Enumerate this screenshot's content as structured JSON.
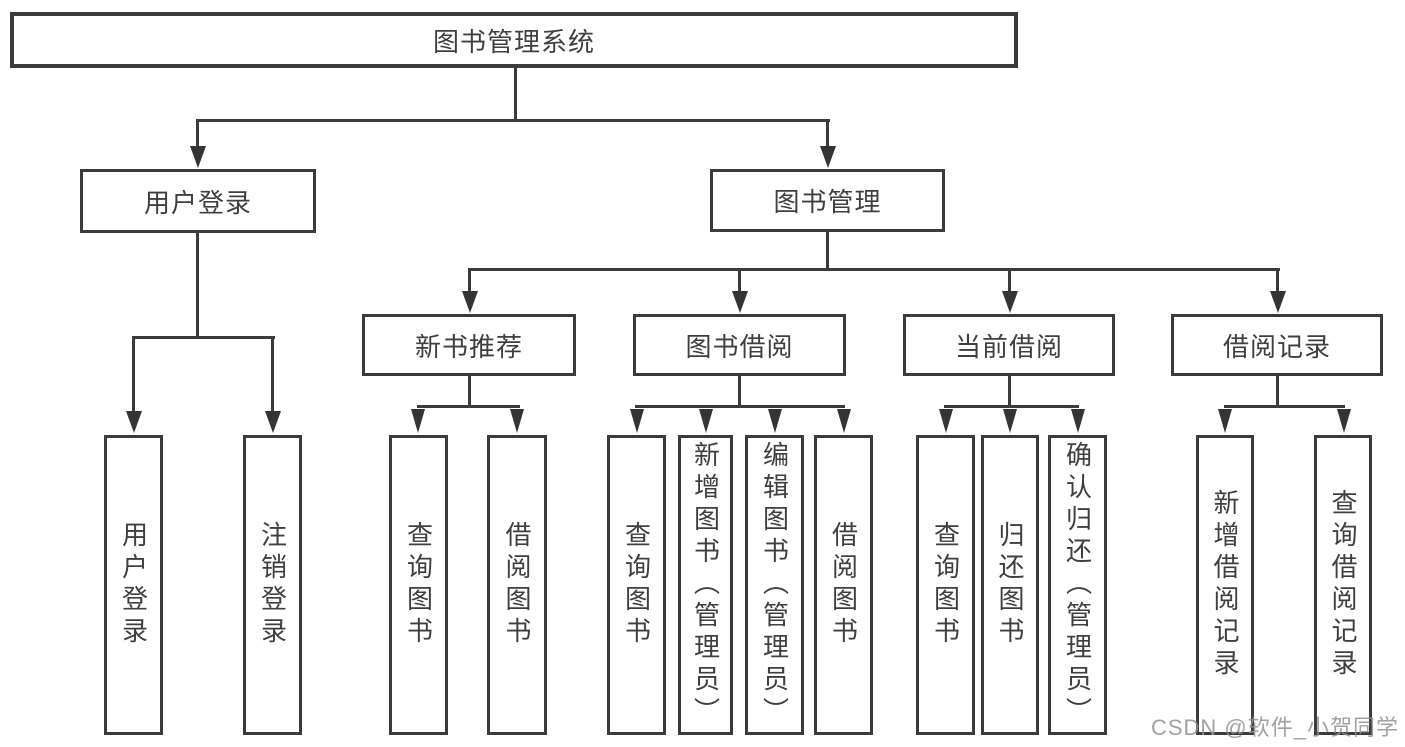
{
  "diagram": {
    "tree": {
      "root": {
        "label": "图书管理系统"
      },
      "children": [
        {
          "label": "用户登录",
          "children": [
            {
              "label": "用户登录"
            },
            {
              "label": "注销登录"
            }
          ]
        },
        {
          "label": "图书管理",
          "children": [
            {
              "label": "新书推荐",
              "children": [
                {
                  "label": "查询图书"
                },
                {
                  "label": "借阅图书"
                }
              ]
            },
            {
              "label": "图书借阅",
              "children": [
                {
                  "label": "查询图书"
                },
                {
                  "label": "新增图书（管理员）"
                },
                {
                  "label": "编辑图书（管理员）"
                },
                {
                  "label": "借阅图书"
                }
              ]
            },
            {
              "label": "当前借阅",
              "children": [
                {
                  "label": "查询图书"
                },
                {
                  "label": "归还图书"
                },
                {
                  "label": "确认归还（管理员）"
                }
              ]
            },
            {
              "label": "借阅记录",
              "children": [
                {
                  "label": "新增借阅记录"
                },
                {
                  "label": "查询借阅记录"
                }
              ]
            }
          ]
        }
      ]
    },
    "watermark": "CSDN @软件_小贺同学",
    "colors": {
      "line": "#3b3b3b",
      "text": "#3f3f3f",
      "background": "#ffffff",
      "watermark": "#919191"
    }
  }
}
